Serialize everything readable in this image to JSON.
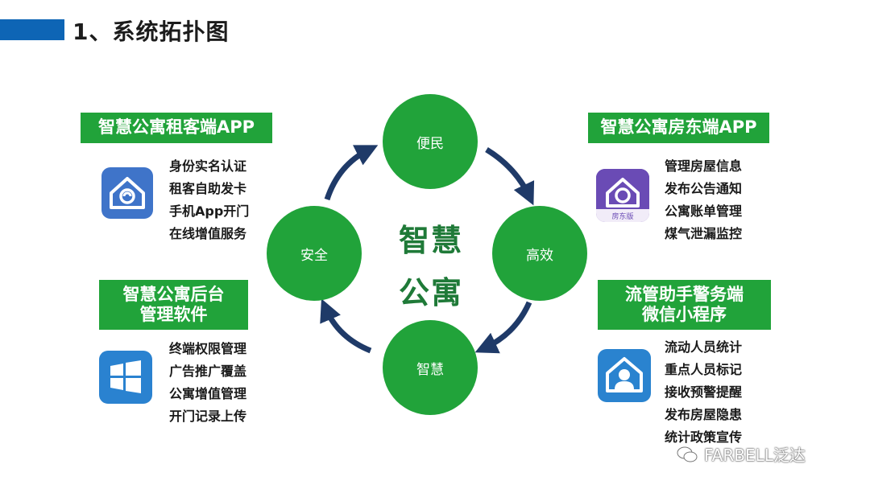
{
  "title": "1、系统拓扑图",
  "center": {
    "line1": "智慧",
    "line2": "公寓"
  },
  "circles": {
    "top": "便民",
    "right": "高效",
    "bottom": "智慧",
    "left": "安全"
  },
  "tenant_app": {
    "title": "智慧公寓租客端APP",
    "icon": "house-app-icon",
    "items": [
      "身份实名认证",
      "租客自助发卡",
      "手机App开门",
      "在线增值服务"
    ]
  },
  "landlord_app": {
    "title": "智慧公寓房东端APP",
    "icon": "house-app-purple-icon",
    "icon_badge": "房东版",
    "items": [
      "管理房屋信息",
      "发布公告通知",
      "公寓账单管理",
      "煤气泄漏监控"
    ]
  },
  "backend": {
    "title_line1": "智慧公寓后台",
    "title_line2": "管理软件",
    "icon": "windows-icon",
    "items": [
      "终端权限管理",
      "广告推广覆盖",
      "公寓增值管理",
      "开门记录上传"
    ]
  },
  "police_app": {
    "title_line1": "流管助手警务端",
    "title_line2": "微信小程序",
    "icon": "police-person-icon",
    "items": [
      "流动人员统计",
      "重点人员标记",
      "接收预警提醒",
      "发布房屋隐患",
      "统计政策宣传"
    ]
  },
  "watermark": "FARBELL泛达",
  "colors": {
    "green": "#21a33a",
    "blue": "#0e65b5",
    "arrow": "#1f3a68",
    "center_text": "#1f7a38"
  }
}
